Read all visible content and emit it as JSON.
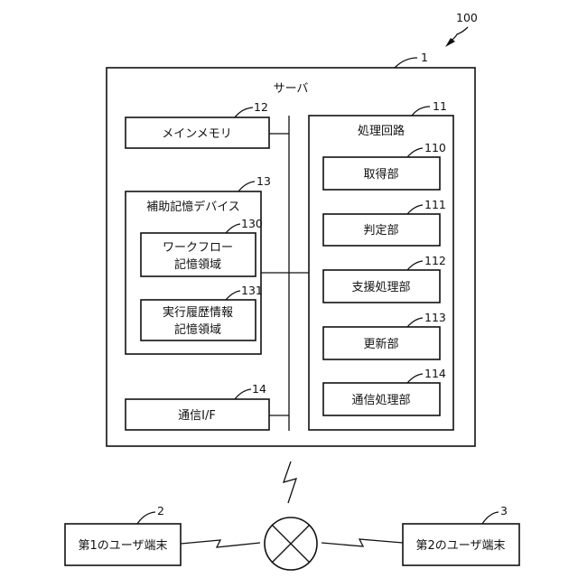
{
  "system": {
    "ref": "100",
    "server": {
      "ref": "1",
      "label": "サーバ",
      "main_memory": {
        "ref": "12",
        "label": "メインメモリ"
      },
      "aux_storage": {
        "ref": "13",
        "label": "補助記憶デバイス",
        "workflow_storage": {
          "ref": "130",
          "line1": "ワークフロー",
          "line2": "記憶領域"
        },
        "history_storage": {
          "ref": "131",
          "line1": "実行履歴情報",
          "line2": "記憶領域"
        }
      },
      "comm_if": {
        "ref": "14",
        "label": "通信I/F"
      },
      "processing_circuit": {
        "ref": "11",
        "label": "処理回路",
        "units": [
          {
            "ref": "110",
            "label": "取得部"
          },
          {
            "ref": "111",
            "label": "判定部"
          },
          {
            "ref": "112",
            "label": "支援処理部"
          },
          {
            "ref": "113",
            "label": "更新部"
          },
          {
            "ref": "114",
            "label": "通信処理部"
          }
        ]
      }
    },
    "terminal1": {
      "ref": "2",
      "label": "第1のユーザ端末"
    },
    "terminal2": {
      "ref": "3",
      "label": "第2のユーザ端末"
    }
  }
}
